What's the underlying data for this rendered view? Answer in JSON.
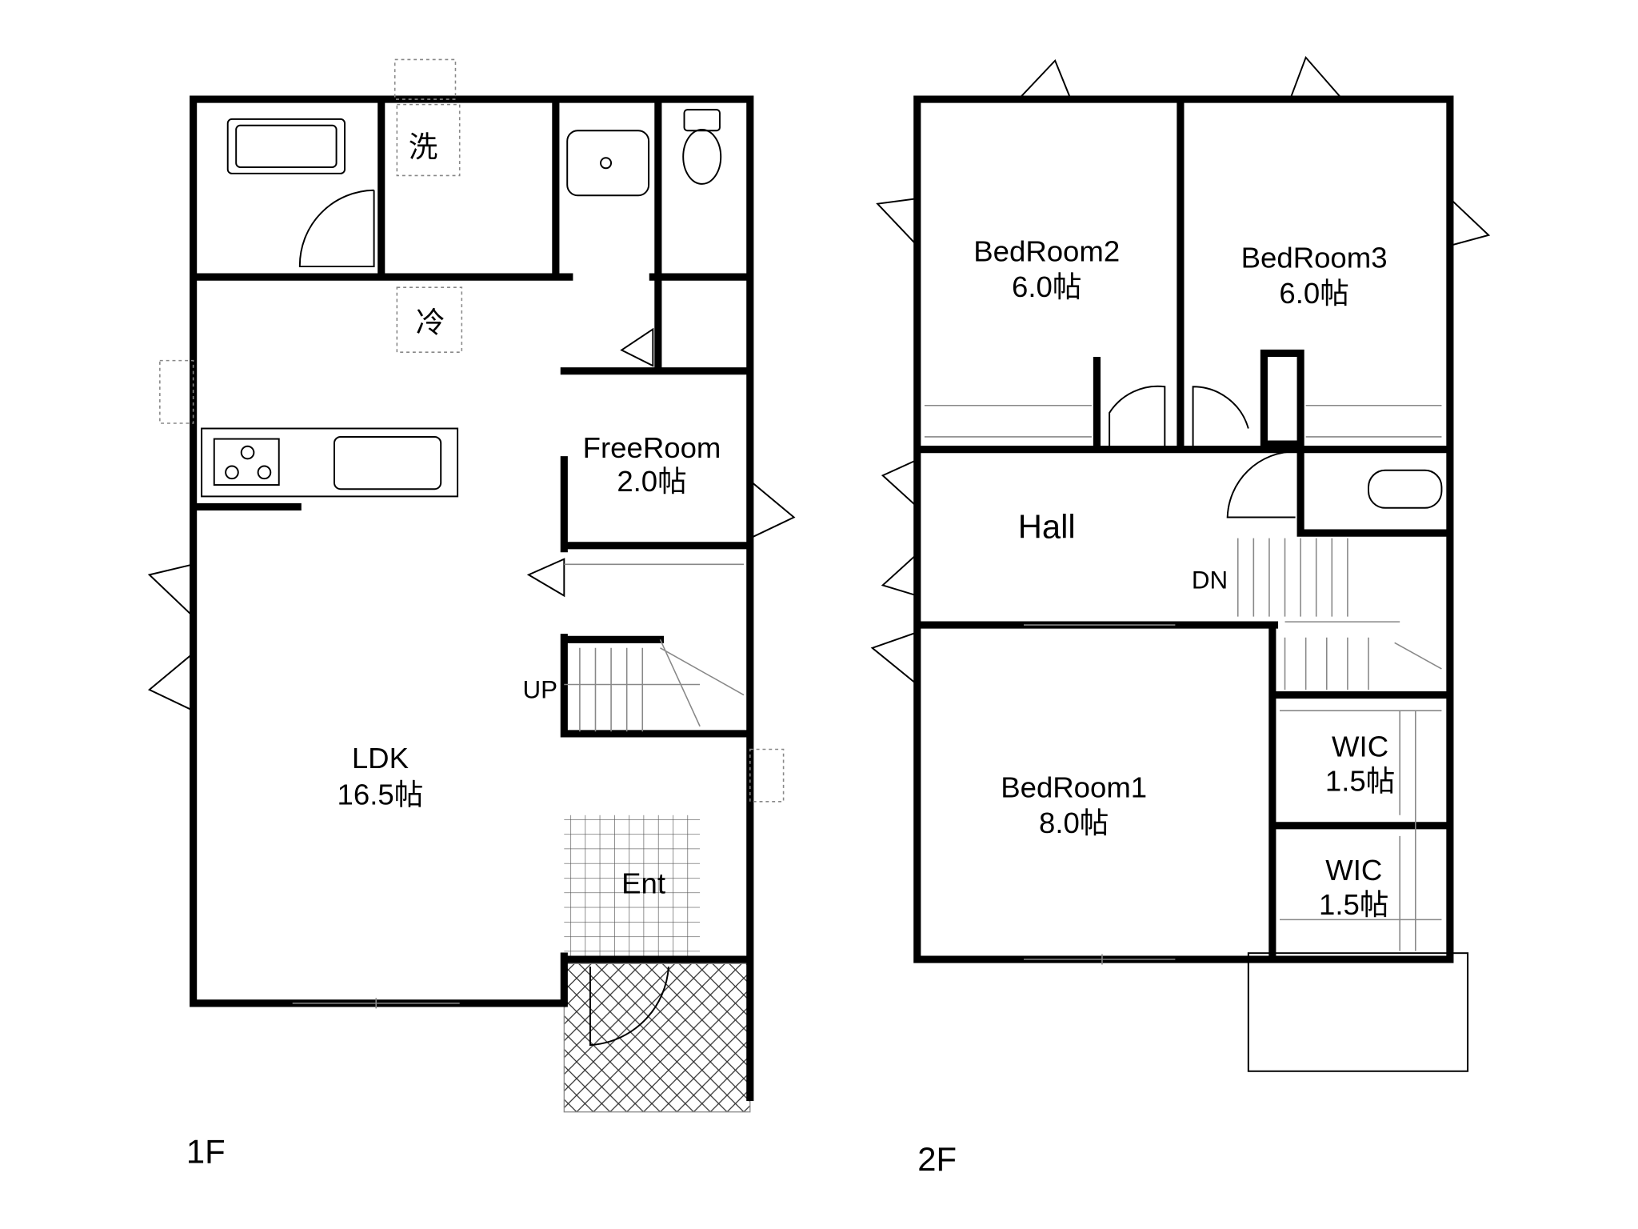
{
  "floor1": {
    "title": "1F",
    "laundry": "洗",
    "fridge": "冷",
    "freeroom": {
      "name": "FreeRoom",
      "size": "2.0帖"
    },
    "ldk": {
      "name": "LDK",
      "size": "16.5帖"
    },
    "stairs": "UP",
    "entrance": "Ent"
  },
  "floor2": {
    "title": "2F",
    "bedroom2": {
      "name": "BedRoom2",
      "size": "6.0帖"
    },
    "bedroom3": {
      "name": "BedRoom3",
      "size": "6.0帖"
    },
    "hall": "Hall",
    "stairs": "DN",
    "bedroom1": {
      "name": "BedRoom1",
      "size": "8.0帖"
    },
    "wic1": {
      "name": "WIC",
      "size": "1.5帖"
    },
    "wic2": {
      "name": "WIC",
      "size": "1.5帖"
    }
  }
}
